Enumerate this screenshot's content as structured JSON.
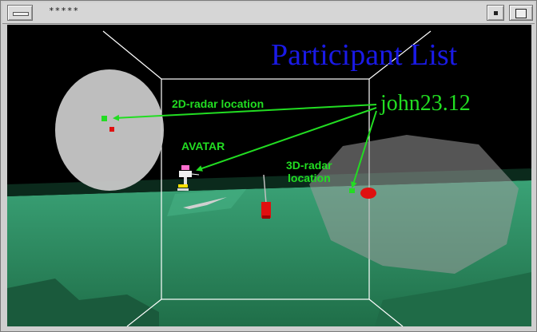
{
  "window": {
    "title": "*****",
    "menu_icon": "window-menu-icon",
    "minimize_icon": "minimize-icon",
    "maximize_icon": "maximize-icon"
  },
  "scene": {
    "participant_list_label": "Participant List",
    "participant_name": "john23.12",
    "label_2d_radar": "2D-radar location",
    "label_avatar": "AVATAR",
    "label_3d_radar_line1": "3D-radar",
    "label_3d_radar_line2": "location",
    "colors": {
      "title_blue": "#1a1ae6",
      "annotation_green": "#22dd22",
      "floor_green": "#2a8c5e",
      "radar_gray": "#c8c8c8",
      "marker_red": "#e01010"
    }
  }
}
